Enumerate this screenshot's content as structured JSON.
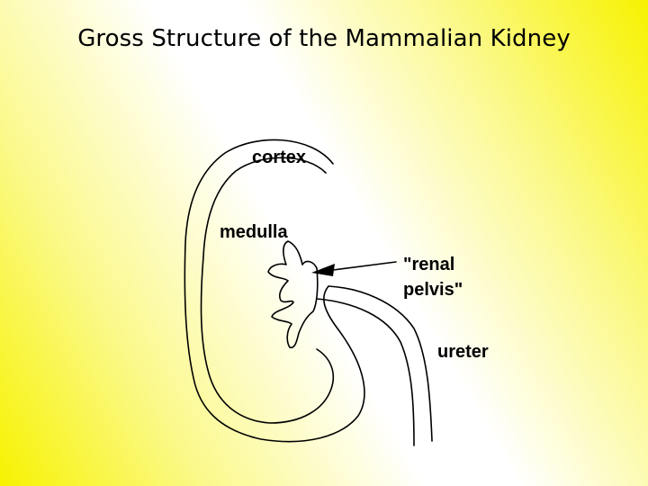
{
  "title": "Gross Structure of the Mammalian Kidney",
  "labels": {
    "cortex": "cortex",
    "medulla": "medulla",
    "renal_pelvis_line1": "\"renal",
    "renal_pelvis_line2": "pelvis\"",
    "ureter": "ureter"
  }
}
